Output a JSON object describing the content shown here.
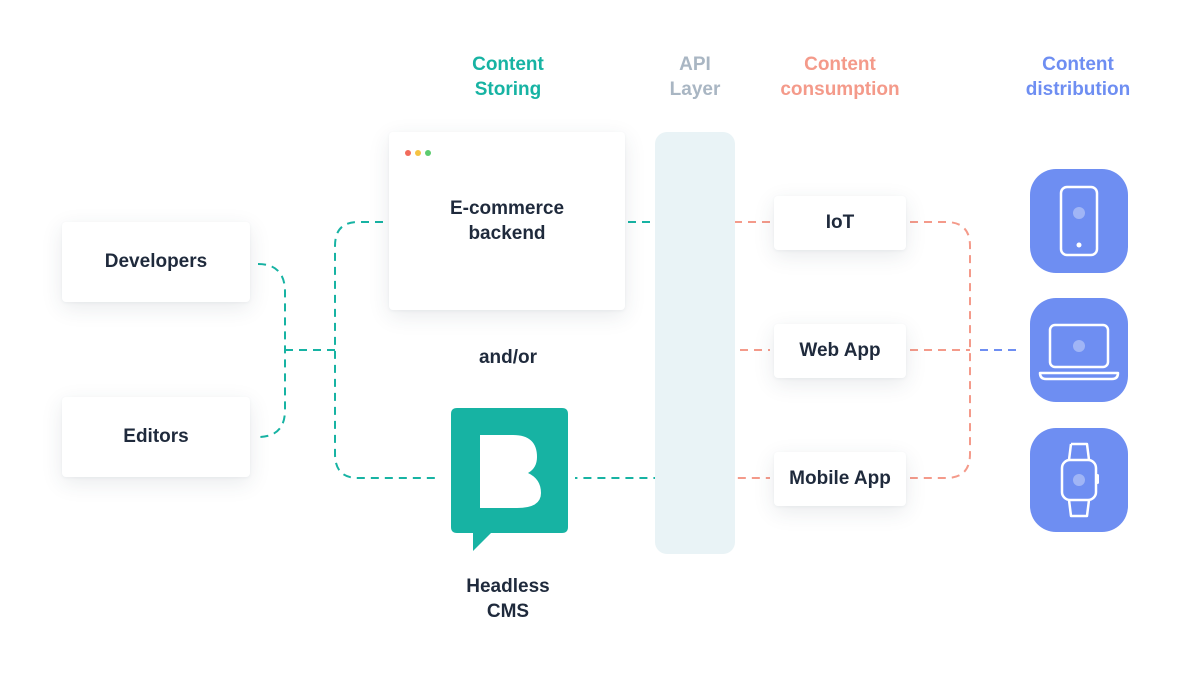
{
  "headers": {
    "content_storing": "Content\nStoring",
    "api_layer": "API\nLayer",
    "content_consumption": "Content\nconsumption",
    "content_distribution": "Content\ndistribution"
  },
  "sources": {
    "developers": "Developers",
    "editors": "Editors"
  },
  "storage": {
    "ecommerce": "E-commerce\nbackend",
    "and_or": "and/or",
    "cms": "Headless\nCMS"
  },
  "consumption": {
    "iot": "IoT",
    "web_app": "Web App",
    "mobile_app": "Mobile App"
  },
  "distribution_devices": [
    "phone-icon",
    "laptop-icon",
    "smartwatch-icon"
  ],
  "colors": {
    "teal": "#17b3a3",
    "api_gray": "#a9b6c3",
    "coral": "#f49a8a",
    "blue": "#6e8ef2",
    "api_layer_bg": "#e9f3f6",
    "text": "#1f2a3c"
  }
}
